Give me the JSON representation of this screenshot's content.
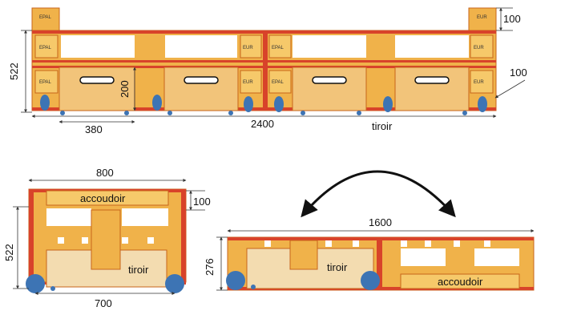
{
  "colors": {
    "wood": "#f0b24a",
    "wood_light": "#f6c96a",
    "wood_dark": "#c7651b",
    "stripe": "#d8432a",
    "drawer": "#f2c47a",
    "drawer_light": "#f3dcb0",
    "wheel": "#3d74b4",
    "dim_line": "#333333",
    "text": "#111111"
  },
  "stamps": {
    "epal": "EPAL",
    "eur": "EUR"
  },
  "top_view": {
    "dims": {
      "height_top": "100",
      "height_total": "522",
      "drawer_height": "200",
      "wheel_gap": "100",
      "drawer_width": "380",
      "total_width": "2400"
    },
    "labels": {
      "drawer": "tiroir"
    }
  },
  "side_view": {
    "dims": {
      "width_top": "800",
      "armrest_height": "100",
      "height_total": "522",
      "width_bottom": "700"
    },
    "labels": {
      "armrest": "accoudoir",
      "drawer": "tiroir"
    }
  },
  "flip_view": {
    "dims": {
      "width_total": "1600",
      "height": "276"
    },
    "labels": {
      "drawer": "tiroir",
      "armrest": "accoudoir"
    }
  }
}
